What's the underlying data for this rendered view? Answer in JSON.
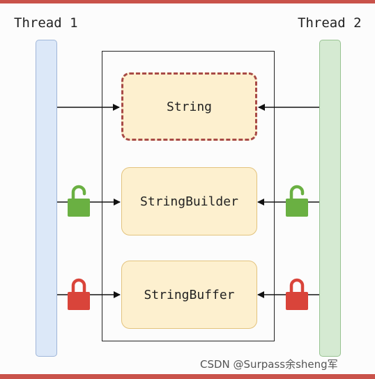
{
  "threads": [
    {
      "label": "Thread 1",
      "color": "#dce8f8"
    },
    {
      "label": "Thread 2",
      "color": "#d5ead2"
    }
  ],
  "boxes": {
    "string": "String",
    "builder": "StringBuilder",
    "buffer": "StringBuffer"
  },
  "locks": {
    "builder": {
      "state": "unlocked",
      "color": "#6ab042",
      "icon": "unlocked-padlock-icon"
    },
    "buffer": {
      "state": "locked",
      "color": "#d9443a",
      "icon": "locked-padlock-icon"
    }
  },
  "watermark": "CSDN @Surpass余sheng军"
}
